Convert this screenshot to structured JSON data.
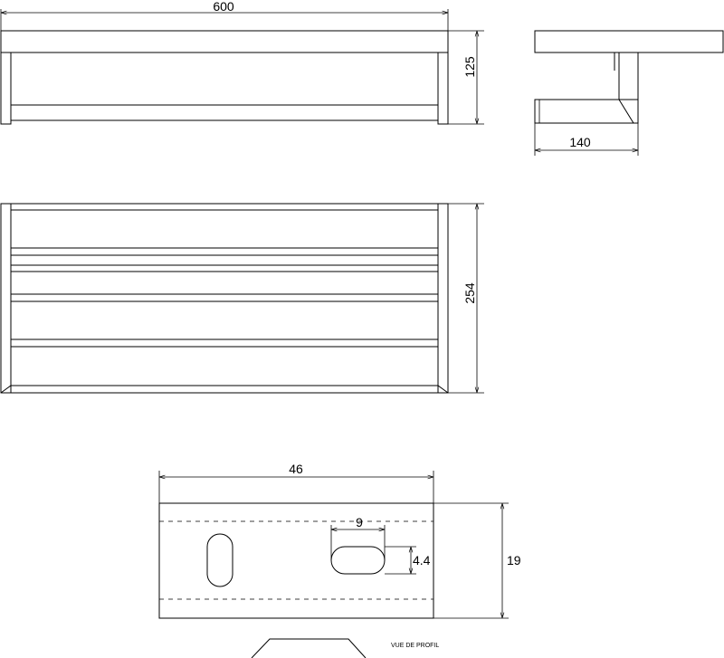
{
  "dimensions": {
    "front_width": "600",
    "front_height": "125",
    "side_depth": "140",
    "top_depth": "254",
    "profile_width": "46",
    "slot_width": "9",
    "slot_height": "4.4",
    "profile_height": "19"
  },
  "labels": {
    "profile_view": "VUE DE PROFIL"
  },
  "colors": {
    "line": "#000000",
    "background": "#ffffff"
  }
}
